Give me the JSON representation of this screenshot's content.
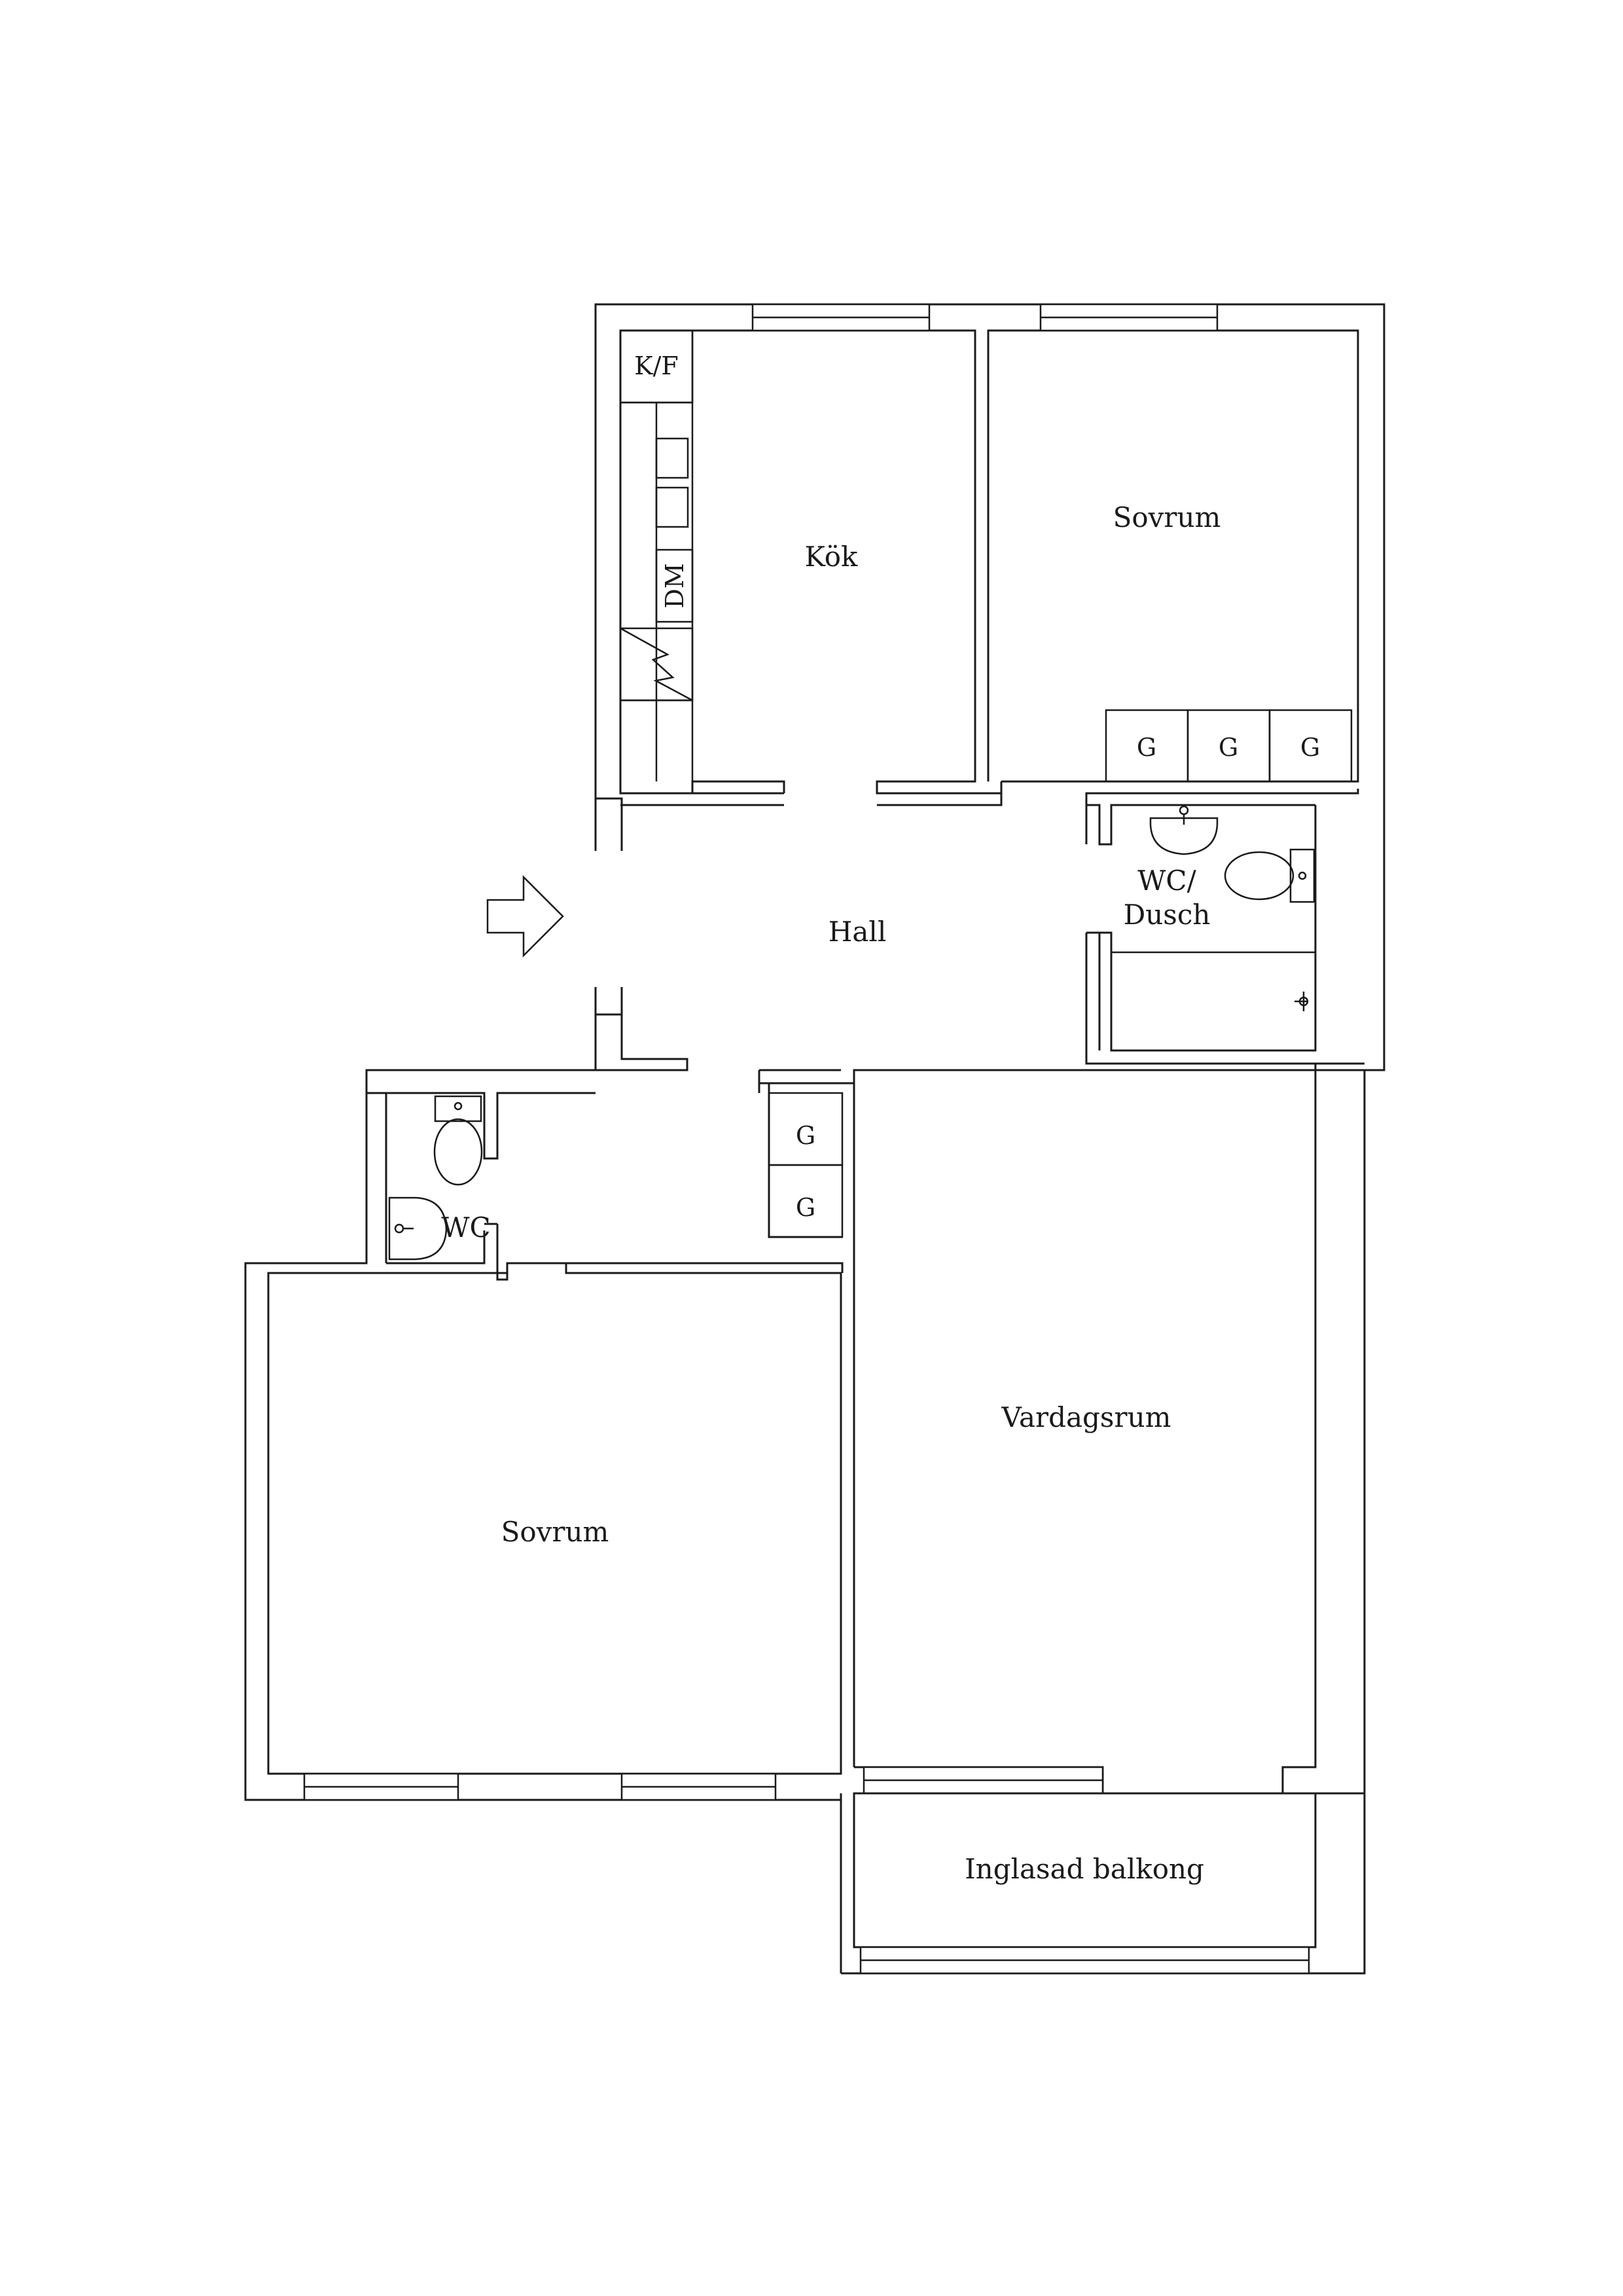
{
  "rooms": {
    "kitchen": "Kök",
    "bedroom_1": "Sovrum",
    "hall": "Hall",
    "living_room": "Vardagsrum",
    "bedroom_2": "Sovrum",
    "balcony": "Inglasad balkong",
    "bathroom_line1": "WC/",
    "bathroom_line2": "Dusch",
    "wc": "WC"
  },
  "fixtures": {
    "fridge_freezer": "K/F",
    "dishwasher": "DM",
    "wardrobe": "G"
  },
  "colors": {
    "line": "#1a1a1a",
    "background": "#ffffff"
  }
}
